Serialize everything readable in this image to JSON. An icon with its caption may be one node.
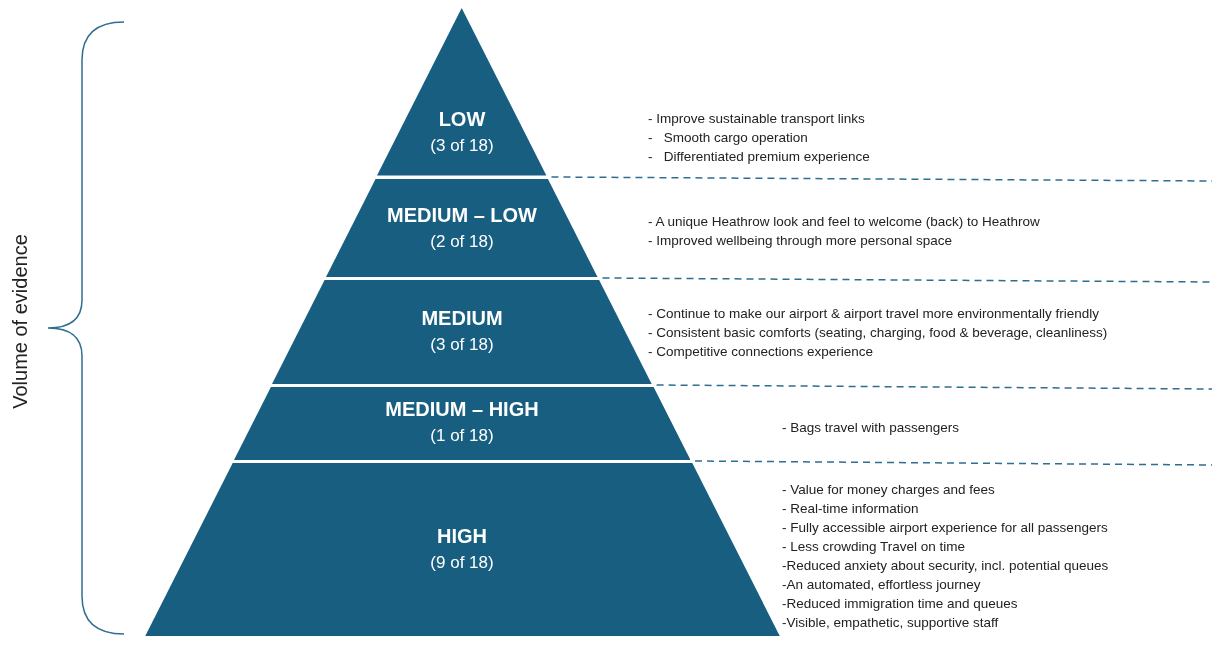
{
  "diagram": {
    "nodes": [
      {
        "text": [
          "LOW",
          "(3 of 18)"
        ]
      },
      {
        "text": [
          "MEDIUM – LOW",
          "(2 of 18)"
        ]
      },
      {
        "text": [
          "MEDIUM",
          "(3 of 18)"
        ]
      },
      {
        "text": [
          "MEDIUM – HIGH",
          "(1 of 18)"
        ]
      },
      {
        "text": [
          "HIGH",
          "(9 of 18)"
        ]
      }
    ],
    "labels": [
      "Volume of evidence",
      "- Improve sustainable transport links",
      "-   Smooth cargo operation",
      "-   Differentiated premium experience",
      "- A unique Heathrow look and feel to welcome (back) to Heathrow",
      "- Improved wellbeing through more personal space",
      "- Continue to make our airport & airport travel more environmentally friendly",
      "- Consistent basic comforts (seating, charging, food & beverage, cleanliness)",
      "- Competitive connections experience",
      "- Bags travel with passengers",
      "- Value for money charges and fees",
      "- Real-time information",
      "- Fully accessible airport experience for all passengers",
      "- Less crowding Travel on time",
      "-Reduced anxiety about security, incl. potential queues",
      "-An automated, effortless journey",
      "-Reduced immigration time and queues",
      "-Visible, empathetic, supportive staff"
    ]
  }
}
